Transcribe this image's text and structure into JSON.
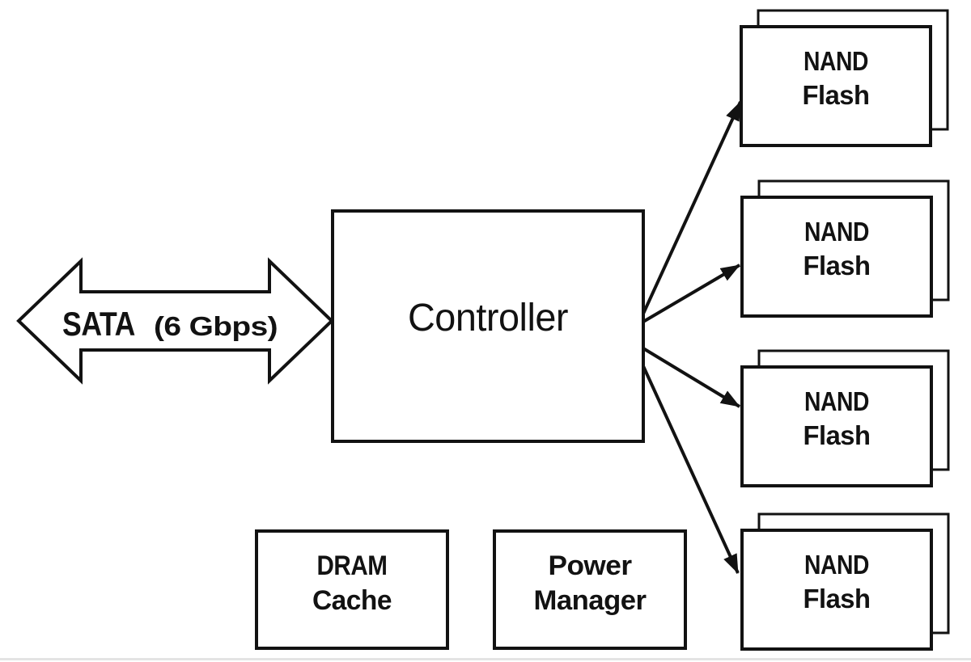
{
  "diagram": {
    "bus": {
      "name": "SATA",
      "speed": "(6 Gbps)",
      "direction": "bidirectional"
    },
    "controller": {
      "label": "Controller"
    },
    "dram_cache": {
      "line1": "DRAM",
      "line2": "Cache"
    },
    "power_manager": {
      "line1": "Power",
      "line2": "Manager"
    },
    "nand_flash": {
      "line1": "NAND",
      "line2": "Flash",
      "count": 4,
      "stacked": true
    },
    "connections": {
      "sata_to_controller": "double-headed arrow",
      "controller_to_nand": "4 single-headed arrows"
    },
    "colors": {
      "ink": "#121212",
      "paper": "#ffffff",
      "page_edge": "#e4e4e4"
    }
  }
}
